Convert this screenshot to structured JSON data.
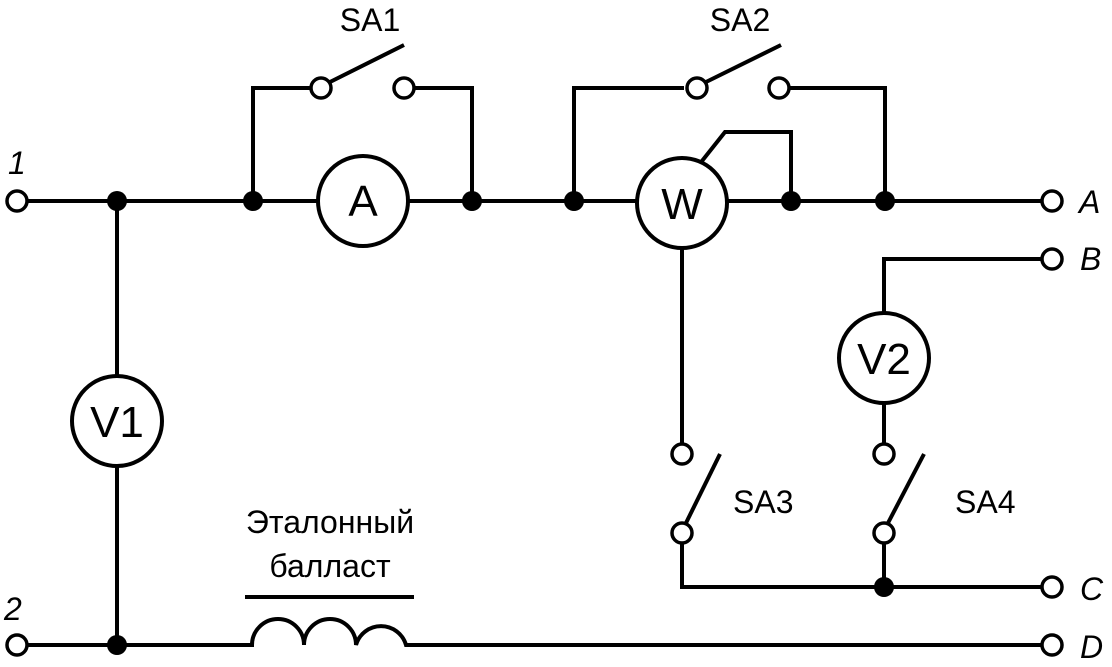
{
  "diagram": {
    "title": "",
    "terminals_left": [
      {
        "id": "1",
        "label": "1"
      },
      {
        "id": "2",
        "label": "2"
      }
    ],
    "terminals_right": [
      {
        "id": "A",
        "label": "A"
      },
      {
        "id": "B",
        "label": "B"
      },
      {
        "id": "C",
        "label": "C"
      },
      {
        "id": "D",
        "label": "D"
      }
    ],
    "meters": [
      {
        "id": "A",
        "label": "A",
        "kind": "ammeter"
      },
      {
        "id": "W",
        "label": "W",
        "kind": "wattmeter"
      },
      {
        "id": "V1",
        "label": "V1",
        "kind": "voltmeter"
      },
      {
        "id": "V2",
        "label": "V2",
        "kind": "voltmeter"
      }
    ],
    "switches": [
      {
        "id": "SA1",
        "label": "SA1",
        "state": "open"
      },
      {
        "id": "SA2",
        "label": "SA2",
        "state": "open"
      },
      {
        "id": "SA3",
        "label": "SA3",
        "state": "open"
      },
      {
        "id": "SA4",
        "label": "SA4",
        "state": "open"
      }
    ],
    "ballast": {
      "label_line1": "Эталонный",
      "label_line2": "балласт",
      "symbol": "inductor"
    },
    "colors": {
      "line": "#000000",
      "background": "#ffffff"
    }
  }
}
